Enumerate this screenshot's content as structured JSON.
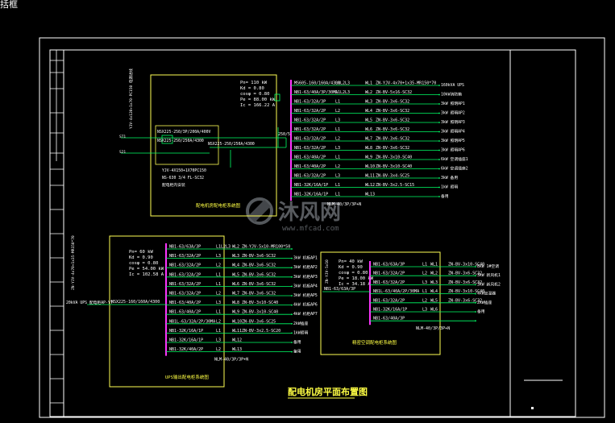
{
  "window": {
    "corner_label": "括框"
  },
  "colors": {
    "frame": "#ffffff",
    "panel": "#ffff55",
    "bus": "#ff33ff",
    "wire": "#00ff66",
    "label": "#ffffff",
    "title": "#ffff44"
  },
  "drawing_title": "配电机房平面布置图",
  "watermark": {
    "brand": "沐风网",
    "url": "www.mfcad.com"
  },
  "panel_main": {
    "title": "配电机房配电柜系统图",
    "params": [
      "Pn= 110 kW",
      "Kd = 0.80",
      "cosφ = 0.80",
      "Pe = 88.00 kW",
      "Ic = 166.22 A"
    ],
    "incoming": [
      "NSX225-250/3P/200A/400V",
      "NSX225-250/250A/4300",
      "NSX225-250/250A/4300"
    ],
    "incoming_cable": "YJV-4x120+1x70-PC150 电源进线",
    "bus_label": "250/5",
    "left_tags": [
      "ST1",
      "S21"
    ],
    "bottom_notes": [
      "YJV-4X150+1X70PC150",
      "NS-630 3/4 FL-SC32",
      "配电柜内安装"
    ],
    "circuits": [
      {
        "breaker": "MS605-160/160A/4300",
        "phase": "L1L2L3",
        "id": "WL1",
        "cable": "ZN-YJV-4x70+1x35-MR150*70",
        "note": "160kVA UPS"
      },
      {
        "breaker": "NB1-63/40A/3P/30MA",
        "phase": "L1L2L3",
        "id": "WL2",
        "cable": "ZN-BV-5x16-SC32",
        "note": "10kW消防箱"
      },
      {
        "breaker": "NB1-63/32A/3P",
        "phase": "L1",
        "id": "WL3",
        "cable": "ZN-BV-3x6-SC32",
        "note": "3kW 照明AP1"
      },
      {
        "breaker": "NB1-63/32A/2P",
        "phase": "L2",
        "id": "WL4",
        "cable": "ZN-BV-3x6-SC32",
        "note": "3kW 照明AP2"
      },
      {
        "breaker": "NB1-63/32A/2P",
        "phase": "L3",
        "id": "WL5",
        "cable": "ZN-BV-3x6-SC32",
        "note": "3kW 照明AP3"
      },
      {
        "breaker": "NB1-63/32A/2P",
        "phase": "L1",
        "id": "WL6",
        "cable": "ZN-BV-3x6-SC32",
        "note": "3kW 照明AP4"
      },
      {
        "breaker": "NB1-63/32A/2P",
        "phase": "L2",
        "id": "WL7",
        "cable": "ZN-BV-3x6-SC32",
        "note": "3kW 照明AP5"
      },
      {
        "breaker": "NB1-63/32A/2P",
        "phase": "L3",
        "id": "WL8",
        "cable": "ZN-BV-3x6-SC32",
        "note": "3kW 照明AP6"
      },
      {
        "breaker": "NB1-63/40A/2P",
        "phase": "L1",
        "id": "WL9",
        "cable": "ZN-BV-3x10-SC40",
        "note": "6kW 空调插座1"
      },
      {
        "breaker": "NB1-63/40A/2P",
        "phase": "L2",
        "id": "WL10",
        "cable": "ZN-BV-3x10-SC40",
        "note": "6kW 空调插座2"
      },
      {
        "breaker": "NB1-63/32A/2P",
        "phase": "L3",
        "id": "WL11",
        "cable": "ZN-BV-3x4-SC25",
        "note": "3kW 备用"
      },
      {
        "breaker": "NB1-32K/16A/1P",
        "phase": "L1",
        "id": "WL12",
        "cable": "ZN-BV-3x2.5-SC15",
        "note": "1kW 照明"
      },
      {
        "breaker": "NB1-32K/16A/1P",
        "phase": "L1",
        "id": "WL13",
        "cable": "",
        "note": "备用"
      }
    ],
    "bus_tail": "NLM-40/3P/3P+N"
  },
  "panel_ups": {
    "title": "UPS输出配电柜系统图",
    "params": [
      "Pn= 60 kW",
      "Kd = 0.90",
      "cosφ = 0.80",
      "Pe = 54.00 kW",
      "Ic = 102.58 A"
    ],
    "incoming": "NSX225-160/160A/4300",
    "side_label": "ZN-YJV-4x70+1x35-MR150*70",
    "source_label": "20kVA UPS 配电柜AP-YT",
    "circuits": [
      {
        "breaker": "NB1-63/63A/3P",
        "phase": "L1L2L3",
        "id": "WL2",
        "cable": "ZN-YJV-5x10-MR100*50",
        "note": ""
      },
      {
        "breaker": "NB1-63/32A/2P",
        "phase": "L3",
        "id": "WL3",
        "cable": "ZN-BV-3x6-SC32",
        "note": "3kW 机柜AP1"
      },
      {
        "breaker": "NB1-63/32A/2P",
        "phase": "L2",
        "id": "WL4",
        "cable": "ZN-BV-3x6-SC32",
        "note": "3kW 机柜AP2"
      },
      {
        "breaker": "NB1-63/32A/2P",
        "phase": "L1",
        "id": "WL5",
        "cable": "ZN-BV-3x6-SC32",
        "note": "3kW 机柜AP3"
      },
      {
        "breaker": "NB1-63/32A/2P",
        "phase": "L1",
        "id": "WL6",
        "cable": "ZN-BV-3x6-SC32",
        "note": "3kW 机柜AP4"
      },
      {
        "breaker": "NB1-63/32A/2P",
        "phase": "L2",
        "id": "WL7",
        "cable": "ZN-BV-3x6-SC32",
        "note": "3kW 机柜AP5"
      },
      {
        "breaker": "NB1-63/40A/2P",
        "phase": "L3",
        "id": "WL8",
        "cable": "ZN-BV-3x10-SC40",
        "note": "4kW 机柜AP6"
      },
      {
        "breaker": "NB1-63/40A/2P",
        "phase": "L1",
        "id": "WL9",
        "cable": "ZN-BV-3x10-SC40",
        "note": "4kW 机柜AP7"
      },
      {
        "breaker": "NB1L-63/32A/2P/30MA",
        "phase": "L2",
        "id": "WL10",
        "cable": "ZN-BV-3x6-SC25",
        "note": "2kW插座"
      },
      {
        "breaker": "NB1-32K/16A/1P",
        "phase": "L1",
        "id": "WL11",
        "cable": "ZN-BV-3x2.5-SC20",
        "note": "1kW照明"
      },
      {
        "breaker": "NB1-32K/16A/1P",
        "phase": "L3",
        "id": "WL12",
        "cable": "",
        "note": "备用"
      },
      {
        "breaker": "NB1-32K/40A/2P",
        "phase": "L2",
        "id": "WL13",
        "cable": "",
        "note": "备用"
      }
    ],
    "bus_tail": "NLM-40/3P/3P+N"
  },
  "panel_ac": {
    "title": "精密空调配电柜系统图",
    "params": [
      "Pn= 40 kW",
      "Kd = 0.90",
      "cosφ = 0.80",
      "Pe = 18.00 kW",
      "Ic = 34.18 A"
    ],
    "incoming": "NB1-63/63A/3P",
    "side_label": "ZN-YJV-5x10",
    "circuits": [
      {
        "breaker": "NB1-63/63A/3P",
        "phase": "L1",
        "id": "WL1",
        "cable": "ZN-BV-3x10-SC40",
        "note": "8kW 1#空调"
      },
      {
        "breaker": "NB1-63/32A/2P",
        "phase": "L2",
        "id": "WL2",
        "cable": "ZN-BV-3x6-SC32",
        "note": "3kW 新风机1"
      },
      {
        "breaker": "NB1-63/32A/2P",
        "phase": "L3",
        "id": "WL3",
        "cable": "ZN-BV-3x6-SC32",
        "note": "3kW 新风机2"
      },
      {
        "breaker": "NB1L-63/40A/2P/30MA",
        "phase": "L1",
        "id": "WL4",
        "cable": "ZN-BV-3x10-SC40",
        "note": "4kW加湿器"
      },
      {
        "breaker": "NB1-63/32A/2P",
        "phase": "L2",
        "id": "WL5",
        "cable": "ZN-BV-3x6-SC32",
        "note": "2kW插座"
      },
      {
        "breaker": "NB1-32K/16A/1P",
        "phase": "L3",
        "id": "WL6",
        "cable": "",
        "note": "备用"
      },
      {
        "breaker": "NB1-63/40A/3P",
        "phase": "",
        "id": "",
        "cable": "",
        "note": ""
      }
    ],
    "bus_tail": "NLM-40/3P/3P+N"
  }
}
